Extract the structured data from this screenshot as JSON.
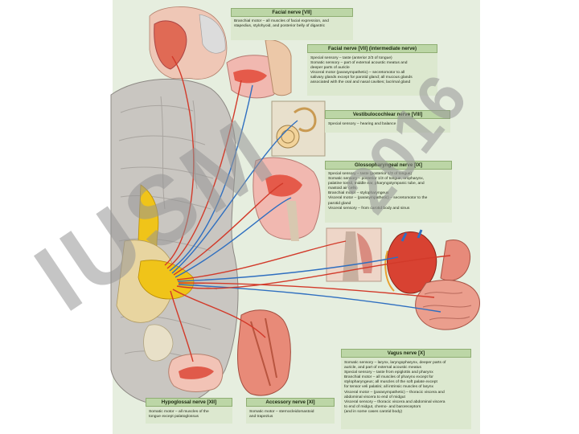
{
  "nerves": {
    "facial": {
      "title": "Facial nerve [VII]",
      "lines": [
        "Branchial motor – all muscles of facial expression, and",
        "stapedius, stylohyoid, and posterior belly of digastric"
      ]
    },
    "intermedius": {
      "title": "Facial nerve [VII] (intermediate nerve)",
      "lines": [
        "Special sensory – taste (anterior 2/3 of tongue)",
        "Somatic sensory – part of external acoustic meatus and",
        "deeper parts of auricle",
        "Visceral motor (parasympathetic) – secretomotor to all",
        "salivary glands except for parotid gland; all mucous glands",
        "associated with the oral and nasal cavities; lacrimal gland"
      ]
    },
    "vestibulocochlear": {
      "title": "Vestibulocochlear nerve [VIII]",
      "lines": [
        "Special sensory – hearing and balance"
      ]
    },
    "glossopharyngeal": {
      "title": "Glossopharyngeal nerve [IX]",
      "lines": [
        "Special sensory – taste (posterior 1/3 of tongue)",
        "Somatic sensory – posterior 1/3 of tongue, oropharynx,",
        "palatine tonsil, middle ear, pharyngotympanic tube, and",
        "mastoid air cells",
        "Branchial motor – stylopharyngeus",
        "Visceral motor – (parasympathetic) – secretomotor to the",
        "parotid gland",
        "Visceral sensory – from carotid body and sinus"
      ]
    },
    "vagus": {
      "title": "Vagus nerve [X]",
      "lines": [
        "Somatic sensory – larynx, laryngopharynx, deeper parts of",
        "auricle, and part of external acoustic meatus",
        "Special sensory – taste from epiglottis and pharynx",
        "Branchial motor – all muscles of pharynx except for",
        "stylopharyngeus; all muscles of the soft palate except",
        "for tensor veli palatini; all intrinsic muscles of larynx",
        "Visceral motor – (parasympathetic) – thoracic viscera and",
        "abdominal viscera to end of midgut",
        "Visceral sensory – thoracic viscera and abdominal viscera",
        "to end of midgut, chemo- and baroreceptors",
        "(and in some cases carotid body)"
      ]
    },
    "hypoglossal": {
      "title": "Hypoglossal nerve [XII]",
      "lines": [
        "Somatic motor – all muscles of the",
        "tongue except palatoglossus"
      ]
    },
    "accessory": {
      "title": "Accessory nerve [XI]",
      "lines": [
        "Somatic motor – sternocleidomastoid",
        "and trapezius"
      ]
    }
  },
  "watermark": {
    "left": "IUSM",
    "right": "2016"
  },
  "colors": {
    "plate": "#e6eedf",
    "box": "#dce8cf",
    "header": "#bcd6a6",
    "motor": "#d23a2a",
    "sensory": "#2f6fc0",
    "nerve_root": "#f0c419"
  }
}
